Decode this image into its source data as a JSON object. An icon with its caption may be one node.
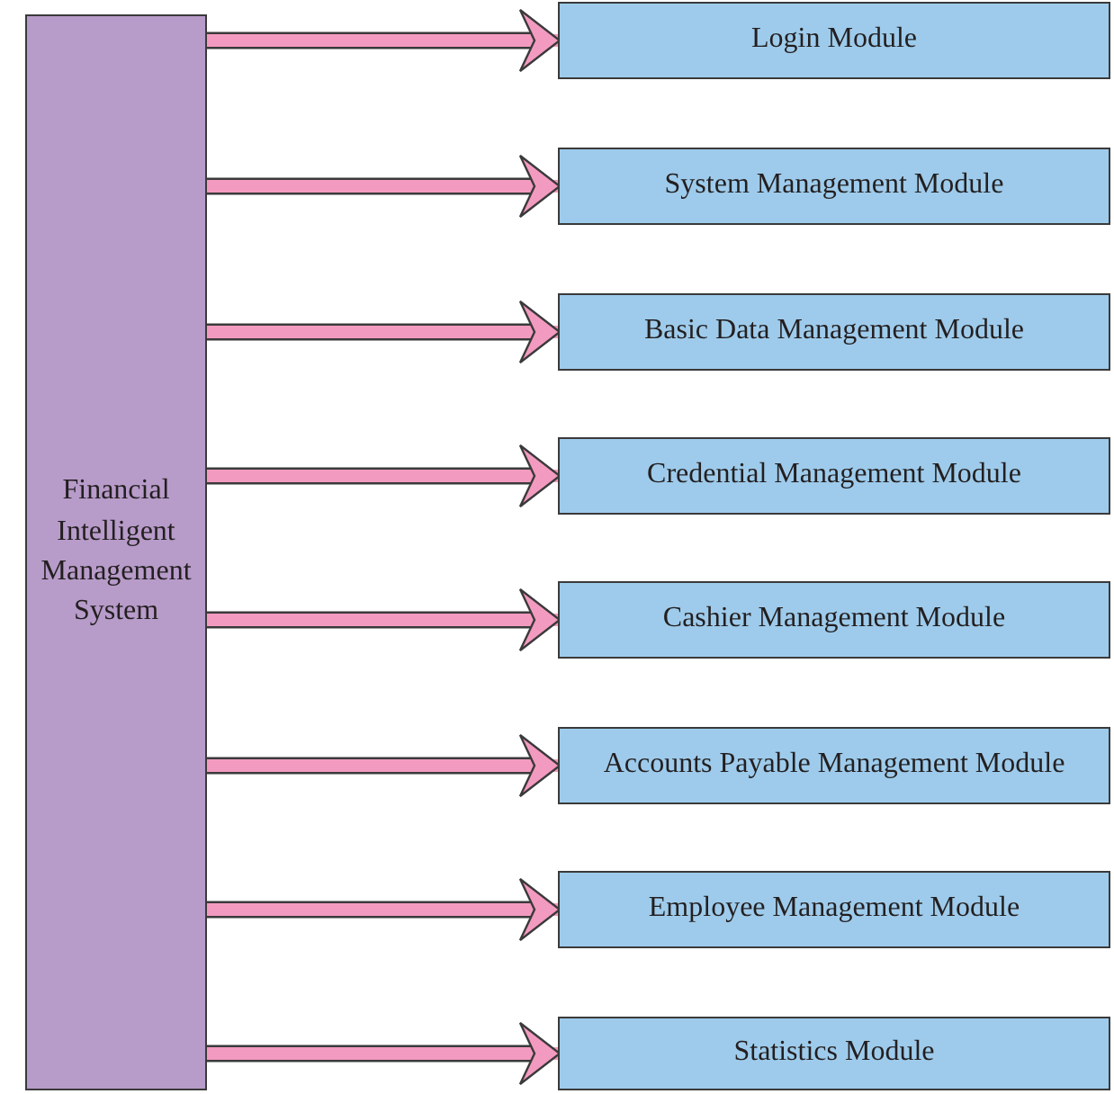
{
  "diagram": {
    "nodes": [
      {
        "text": [
          "Financial Intelligent Management System"
        ]
      },
      {
        "text": [
          "Login Module"
        ]
      },
      {
        "text": [
          "System Management Module"
        ]
      },
      {
        "text": [
          "Basic Data Management Module"
        ]
      },
      {
        "text": [
          "Credential Management Module"
        ]
      },
      {
        "text": [
          "Cashier Management Module"
        ]
      },
      {
        "text": [
          "Accounts Payable Management Module"
        ]
      },
      {
        "text": [
          "Employee Management Module"
        ]
      },
      {
        "text": [
          "Statistics Module"
        ]
      }
    ],
    "edges": [
      {
        "from": 0,
        "to": 1,
        "arrow": "to"
      },
      {
        "from": 0,
        "to": 2,
        "arrow": "to"
      },
      {
        "from": 0,
        "to": 3,
        "arrow": "to"
      },
      {
        "from": 0,
        "to": 4,
        "arrow": "to"
      },
      {
        "from": 0,
        "to": 5,
        "arrow": "to"
      },
      {
        "from": 0,
        "to": 6,
        "arrow": "to"
      },
      {
        "from": 0,
        "to": 7,
        "arrow": "to"
      },
      {
        "from": 0,
        "to": 8,
        "arrow": "to"
      }
    ]
  }
}
